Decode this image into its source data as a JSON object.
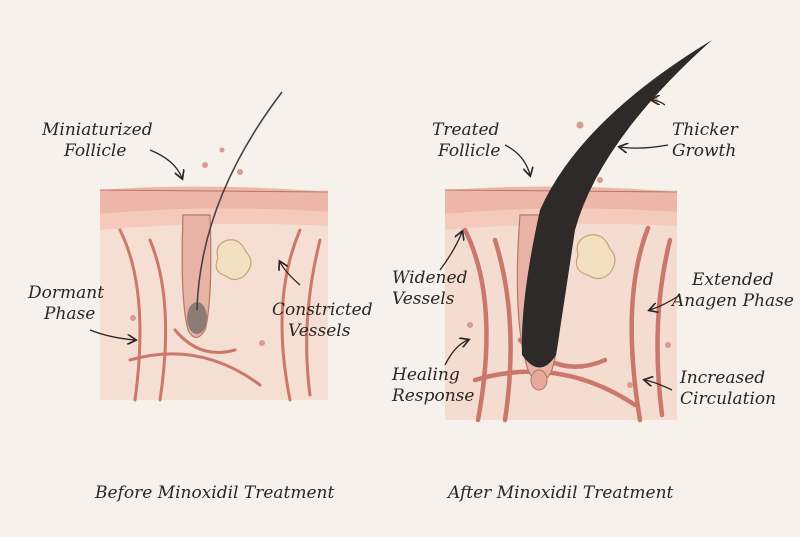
{
  "colors": {
    "paper": "#f6f1ea",
    "skin": "#f1c9b9",
    "skin_dark": "#e3a597",
    "vessel": "#c9786a",
    "hair": "#2e2a2a",
    "gland": "#f3e0bf",
    "ink": "#2b2624"
  },
  "left_panel": {
    "labels": {
      "miniaturized_follicle": [
        "Miniaturized",
        "Follicle"
      ],
      "dormant_phase": [
        "Dormant",
        "Phase"
      ],
      "constricted_vessels": [
        "Constricted",
        "Vessels"
      ]
    },
    "caption": "Before Minoxidil Treatment"
  },
  "right_panel": {
    "labels": {
      "treated_follicle": [
        "Treated",
        "Follicle"
      ],
      "thicker_growth": [
        "Thicker",
        "Growth"
      ],
      "widened_vessels": [
        "Widened",
        "Vessels"
      ],
      "extended_anagen_phase": [
        "Extended",
        "Anagen Phase"
      ],
      "healing_response": [
        "Healing",
        "Response"
      ],
      "increased_circulation": [
        "Increased",
        "Circulation"
      ]
    },
    "caption": "After Minoxidil Treatment"
  }
}
